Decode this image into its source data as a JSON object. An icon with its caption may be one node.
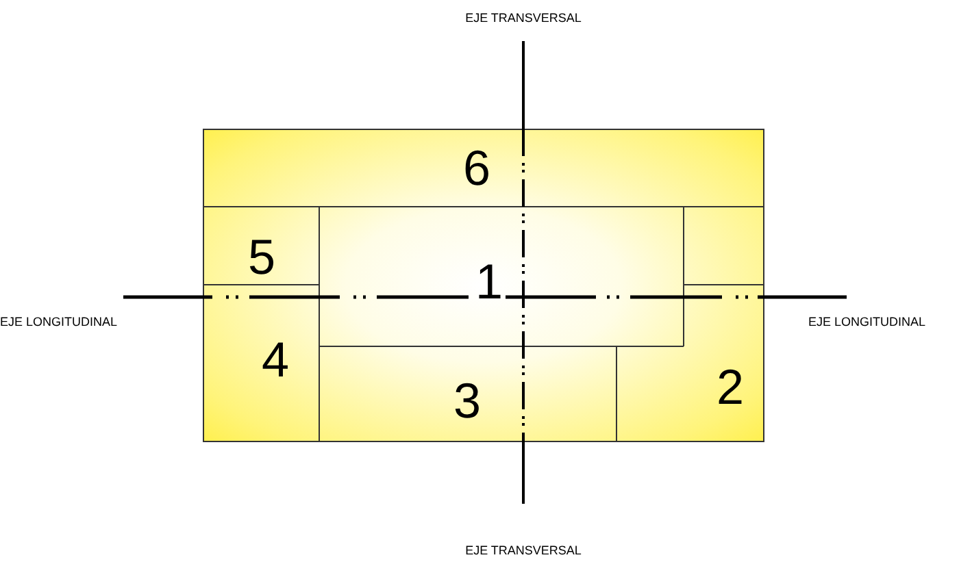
{
  "diagram": {
    "nodes": [
      {
        "text": [],
        "shape": "box"
      },
      {
        "text": [
          "6"
        ],
        "in": 0
      },
      {
        "text": [
          "5"
        ],
        "in": 0
      },
      {
        "text": [
          "1"
        ],
        "in": 0
      },
      {
        "text": [
          "4"
        ],
        "in": 0
      },
      {
        "text": [
          "2"
        ],
        "in": 0
      },
      {
        "text": [
          "3"
        ],
        "in": 0
      }
    ],
    "labels": [
      "EJE TRANSVERSAL",
      "EJE LONGITUDINAL",
      "EJE LONGITUDINAL",
      "EJE TRANSVERSAL"
    ]
  }
}
